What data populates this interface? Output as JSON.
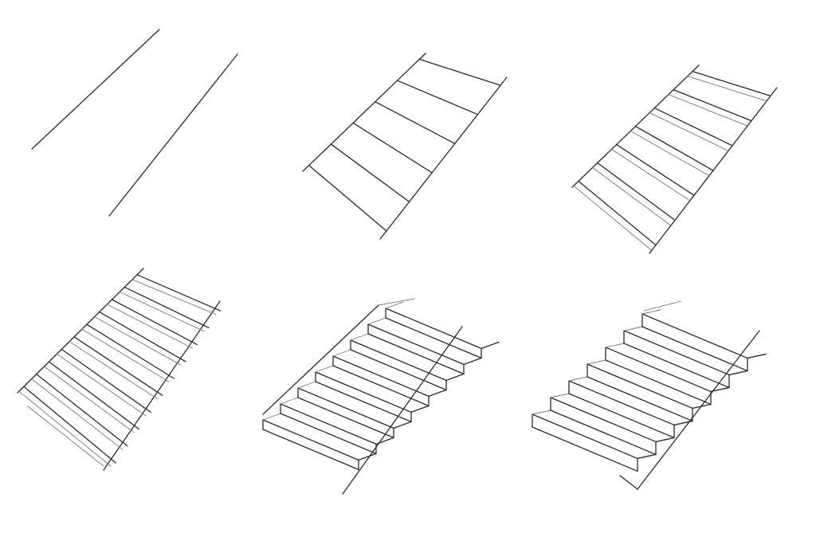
{
  "stroke_color": "#2a2a2a",
  "background_color": "#ffffff",
  "panels": [
    {
      "step": 1,
      "rungs": 0
    },
    {
      "step": 2,
      "rungs": 6
    },
    {
      "step": 3,
      "rungs": 7
    },
    {
      "step": 4,
      "rungs": 10
    },
    {
      "step": 5,
      "steps": 8
    },
    {
      "step": 6,
      "steps": 7
    }
  ]
}
